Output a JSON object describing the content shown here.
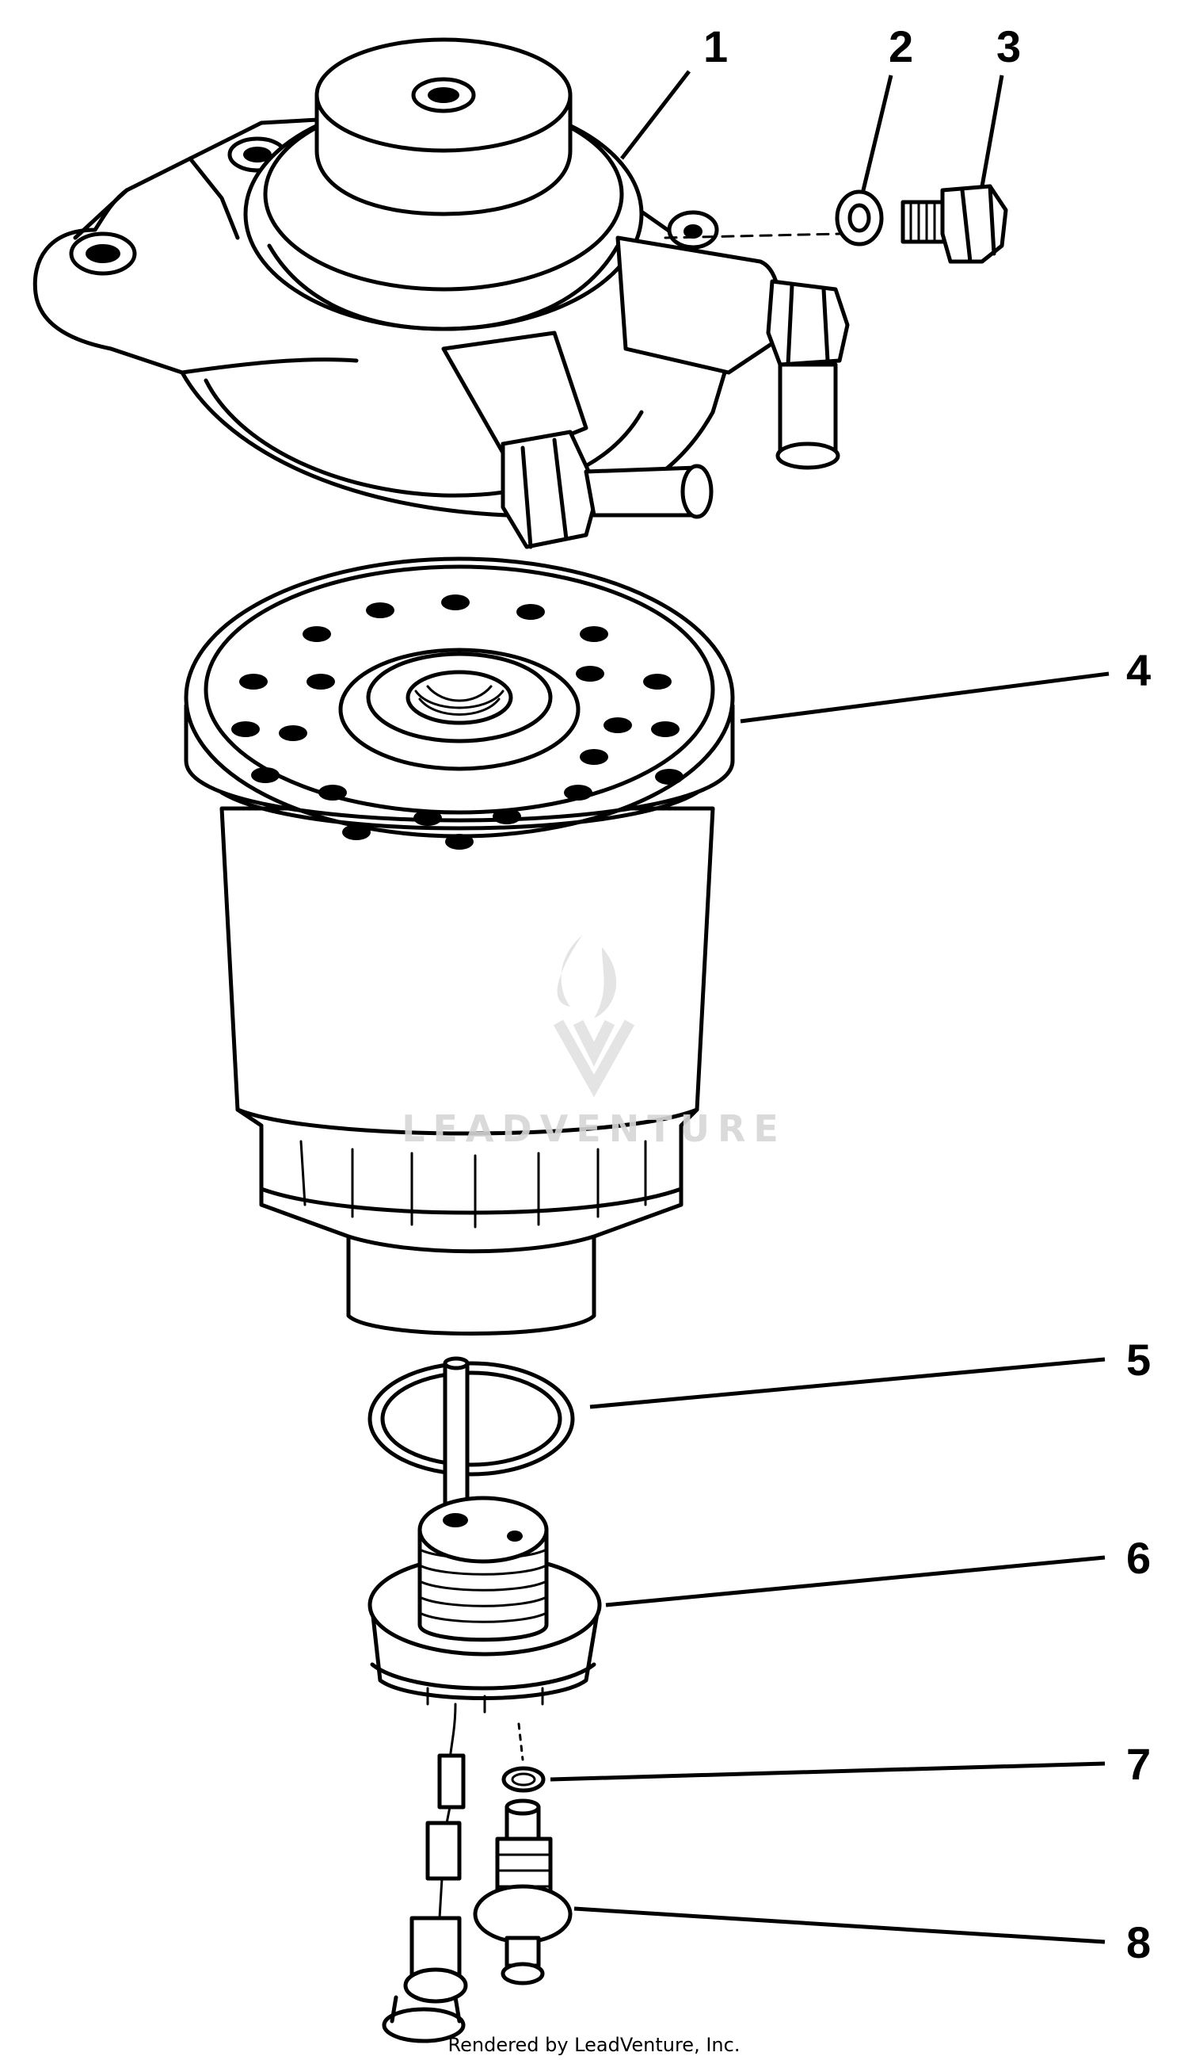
{
  "callouts": [
    {
      "id": "1",
      "label": "1"
    },
    {
      "id": "2",
      "label": "2"
    },
    {
      "id": "3",
      "label": "3"
    },
    {
      "id": "4",
      "label": "4"
    },
    {
      "id": "5",
      "label": "5"
    },
    {
      "id": "6",
      "label": "6"
    },
    {
      "id": "7",
      "label": "7"
    },
    {
      "id": "8",
      "label": "8"
    }
  ],
  "watermark": {
    "brand": "LEADVENTURE"
  },
  "footer": {
    "credit": "Rendered by LeadVenture, Inc."
  },
  "colors": {
    "line": "#000000",
    "background": "#ffffff",
    "watermark": "#d6d6d6"
  }
}
